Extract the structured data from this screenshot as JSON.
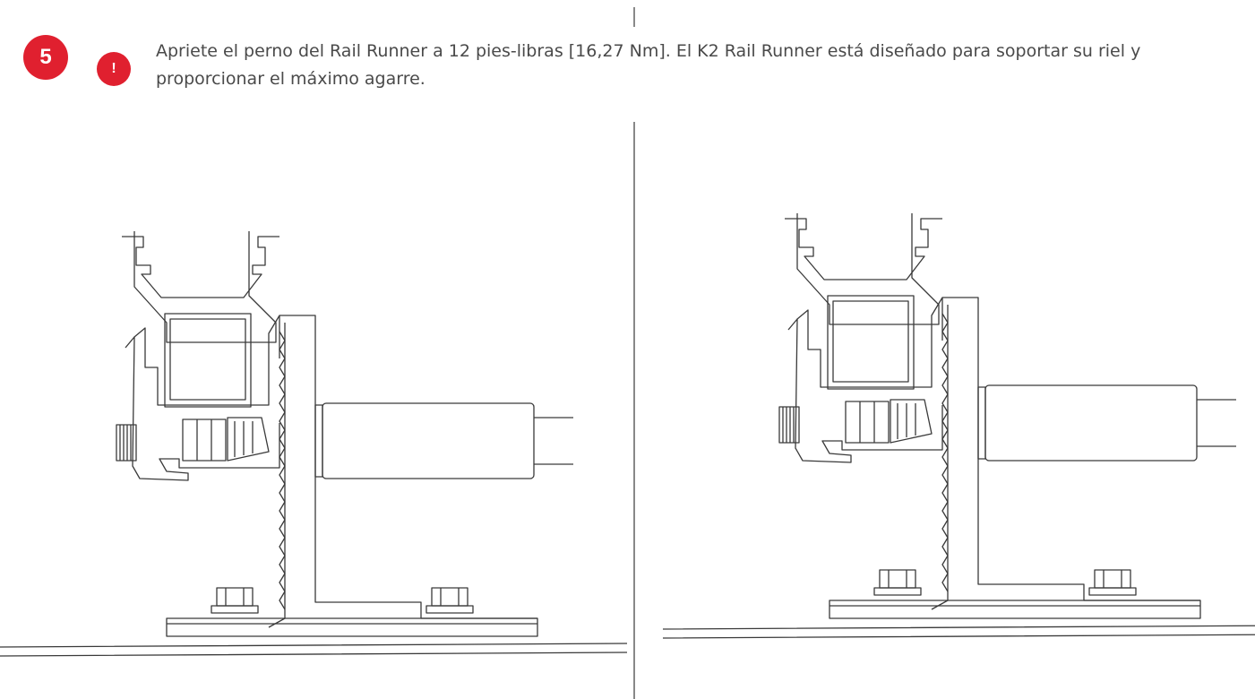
{
  "step": {
    "number": "5",
    "warning_symbol": "!",
    "instruction": "Apriete el perno del Rail Runner a 12 pies-libras [16,27 Nm]. El K2 Rail Runner está diseñado para soportar su riel y proporcionar el máximo agarre."
  },
  "colors": {
    "accent": "#e0202f",
    "line": "#3a3a3a",
    "text": "#4a4a4a"
  },
  "figures": [
    {
      "name": "before-tightening-view",
      "icon": "rail-runner-drawing-icon"
    },
    {
      "name": "after-tightening-view",
      "icon": "rail-runner-drawing-icon"
    }
  ]
}
